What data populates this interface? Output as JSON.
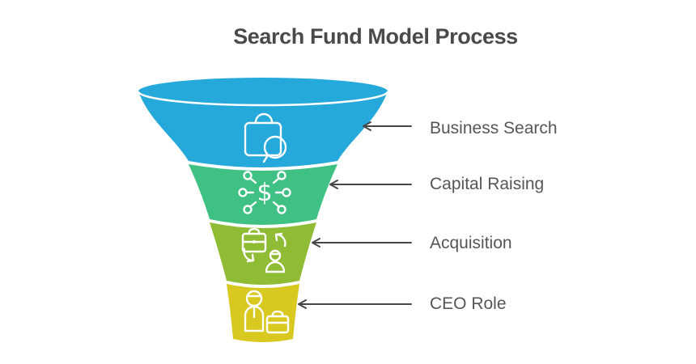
{
  "title": "Search Fund Model Process",
  "stages": [
    {
      "label": "Business Search",
      "color": "#25a9db",
      "icon": "shopping-bag-search"
    },
    {
      "label": "Capital Raising",
      "color": "#3fc183",
      "icon": "dollar-network",
      "icon_glyph": "$"
    },
    {
      "label": "Acquisition",
      "color": "#8fbc34",
      "icon": "briefcase-person-exchange"
    },
    {
      "label": "CEO Role",
      "color": "#d9c81f",
      "icon": "person-briefcase"
    }
  ],
  "colors": {
    "arrow": "#464646",
    "label_text": "#55565a",
    "title_text": "#4a4a4c",
    "separator": "#ffffff",
    "background": "#ffffff"
  }
}
